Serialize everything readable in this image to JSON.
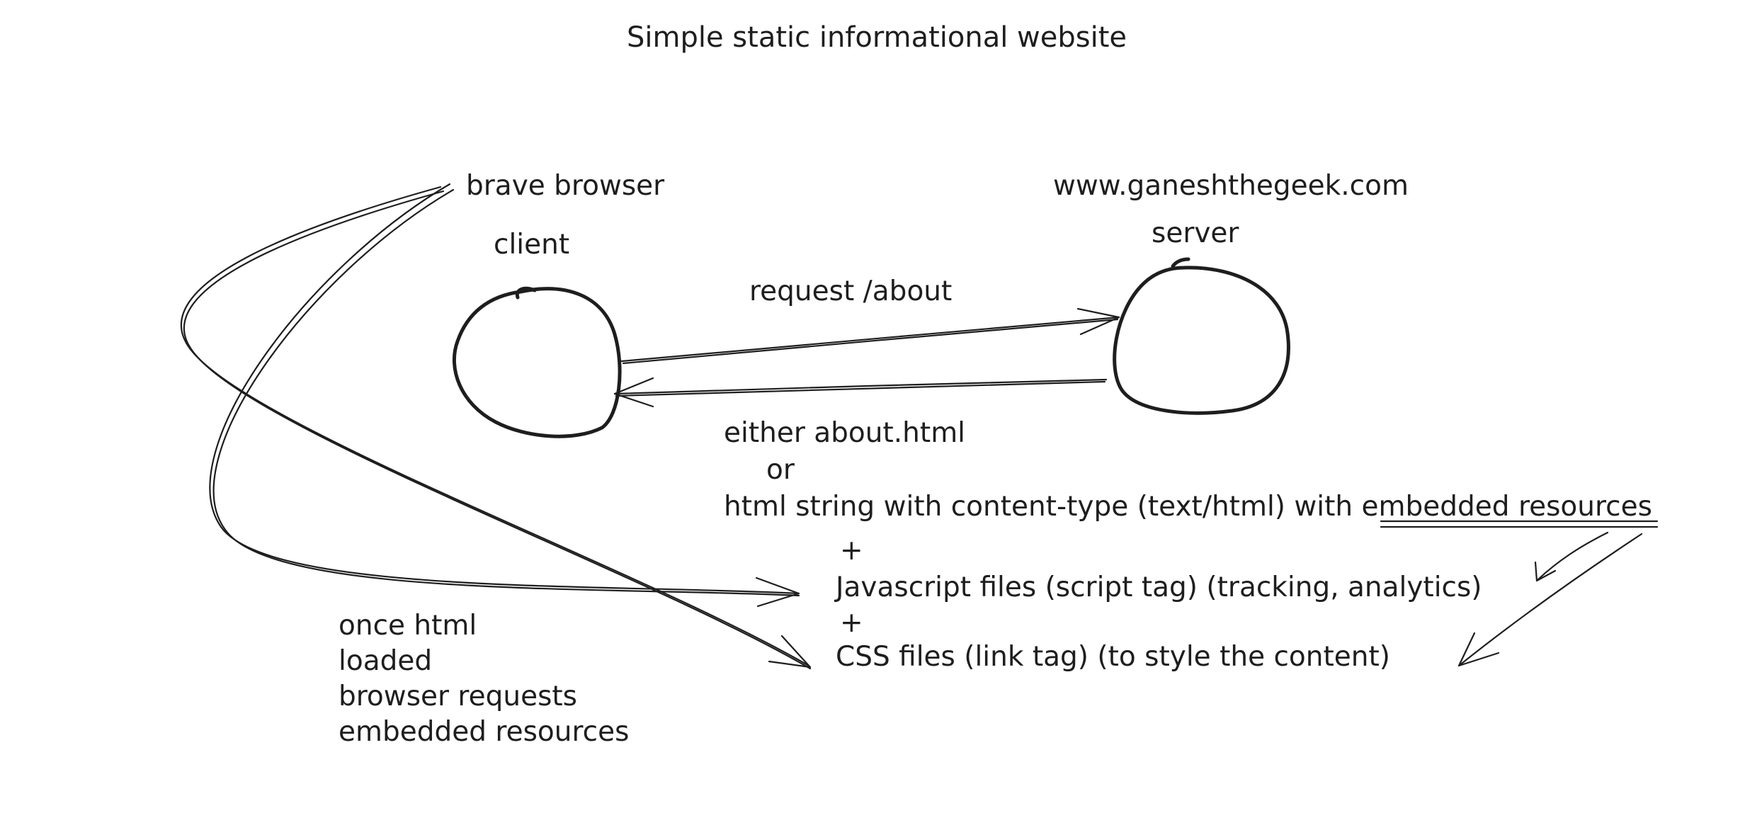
{
  "title": "Simple static informational website",
  "client": {
    "app_label": "brave browser",
    "role_label": "client"
  },
  "server": {
    "host_label": "www.ganeshthegeek.com",
    "role_label": "server"
  },
  "request": {
    "label": "request /about"
  },
  "response": {
    "line1": "either about.html",
    "line2": "or",
    "line3_prefix": "html string with content-type (text/html) with ",
    "line3_emphasis": "embedded resources",
    "plus": "+",
    "js_files": "Javascript files (script tag) (tracking, analytics)",
    "css_files": "CSS files (link tag) (to style the content)"
  },
  "note": {
    "lines": [
      "once html",
      "loaded",
      "browser requests",
      "embedded resources"
    ]
  }
}
